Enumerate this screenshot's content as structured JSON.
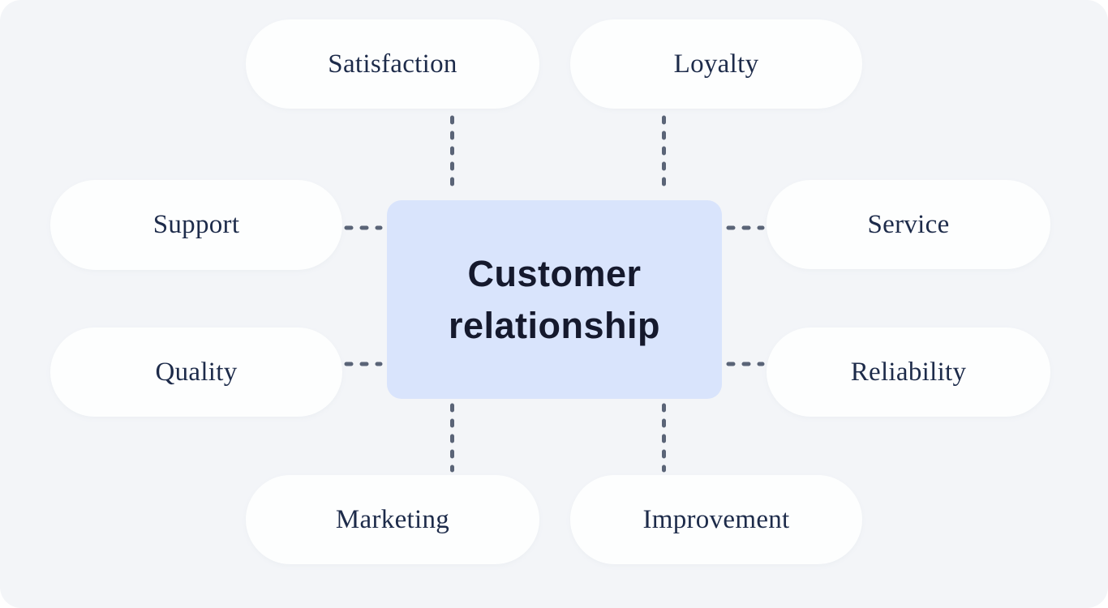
{
  "diagram": {
    "center": {
      "title": "Customer relationship"
    },
    "nodes": [
      {
        "id": "satisfaction",
        "label": "Satisfaction"
      },
      {
        "id": "loyalty",
        "label": "Loyalty"
      },
      {
        "id": "support",
        "label": "Support"
      },
      {
        "id": "service",
        "label": "Service"
      },
      {
        "id": "quality",
        "label": "Quality"
      },
      {
        "id": "reliability",
        "label": "Reliability"
      },
      {
        "id": "marketing",
        "label": "Marketing"
      },
      {
        "id": "improvement",
        "label": "Improvement"
      }
    ],
    "connections": [
      {
        "from": "satisfaction",
        "to": "center",
        "style": "dashed"
      },
      {
        "from": "loyalty",
        "to": "center",
        "style": "dashed"
      },
      {
        "from": "support",
        "to": "center",
        "style": "dashed"
      },
      {
        "from": "service",
        "to": "center",
        "style": "dashed"
      },
      {
        "from": "quality",
        "to": "center",
        "style": "dashed"
      },
      {
        "from": "reliability",
        "to": "center",
        "style": "dashed"
      },
      {
        "from": "marketing",
        "to": "center",
        "style": "dashed"
      },
      {
        "from": "improvement",
        "to": "center",
        "style": "dashed"
      }
    ]
  },
  "colors": {
    "background": "#f3f5f8",
    "node_fill": "#fdfefe",
    "center_fill": "#d9e4fc",
    "connector": "#5a6477",
    "node_text": "#1d2b4a",
    "center_text": "#15192d"
  }
}
